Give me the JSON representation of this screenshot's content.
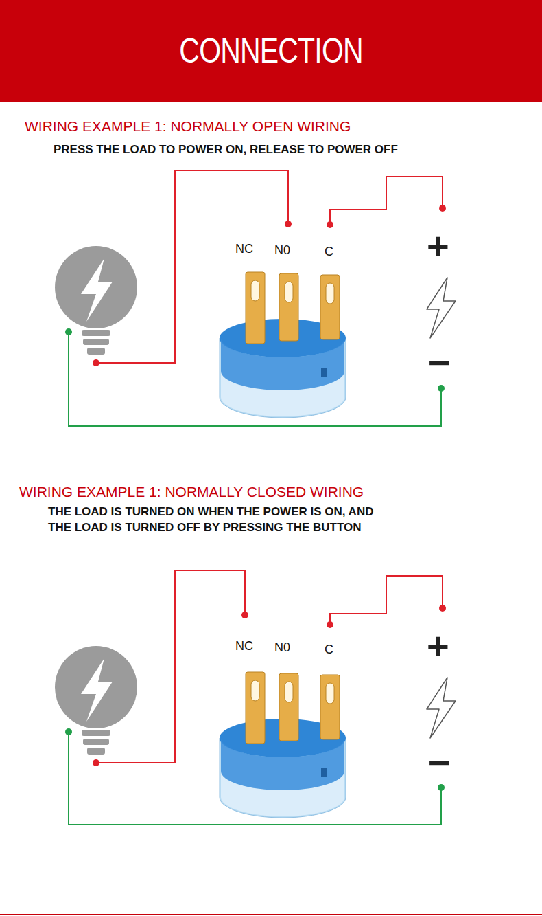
{
  "diagram": {
    "nodes": [
      {
        "text": [
          "CONNECTION"
        ]
      }
    ],
    "labels": [
      "WIRING EXAMPLE 1: NORMALLY OPEN WIRING",
      "PRESS THE LOAD TO POWER ON, RELEASE TO POWER OFF",
      "NC",
      "N0",
      "C",
      "+",
      "−",
      "WIRING EXAMPLE 1: NORMALLY CLOSED WIRING",
      "THE LOAD IS TURNED ON WHEN THE POWER IS ON, AND THE LOAD IS TURNED OFF BY PRESSING THE BUTTON",
      "NC",
      "N0",
      "C",
      "+",
      "−"
    ]
  }
}
